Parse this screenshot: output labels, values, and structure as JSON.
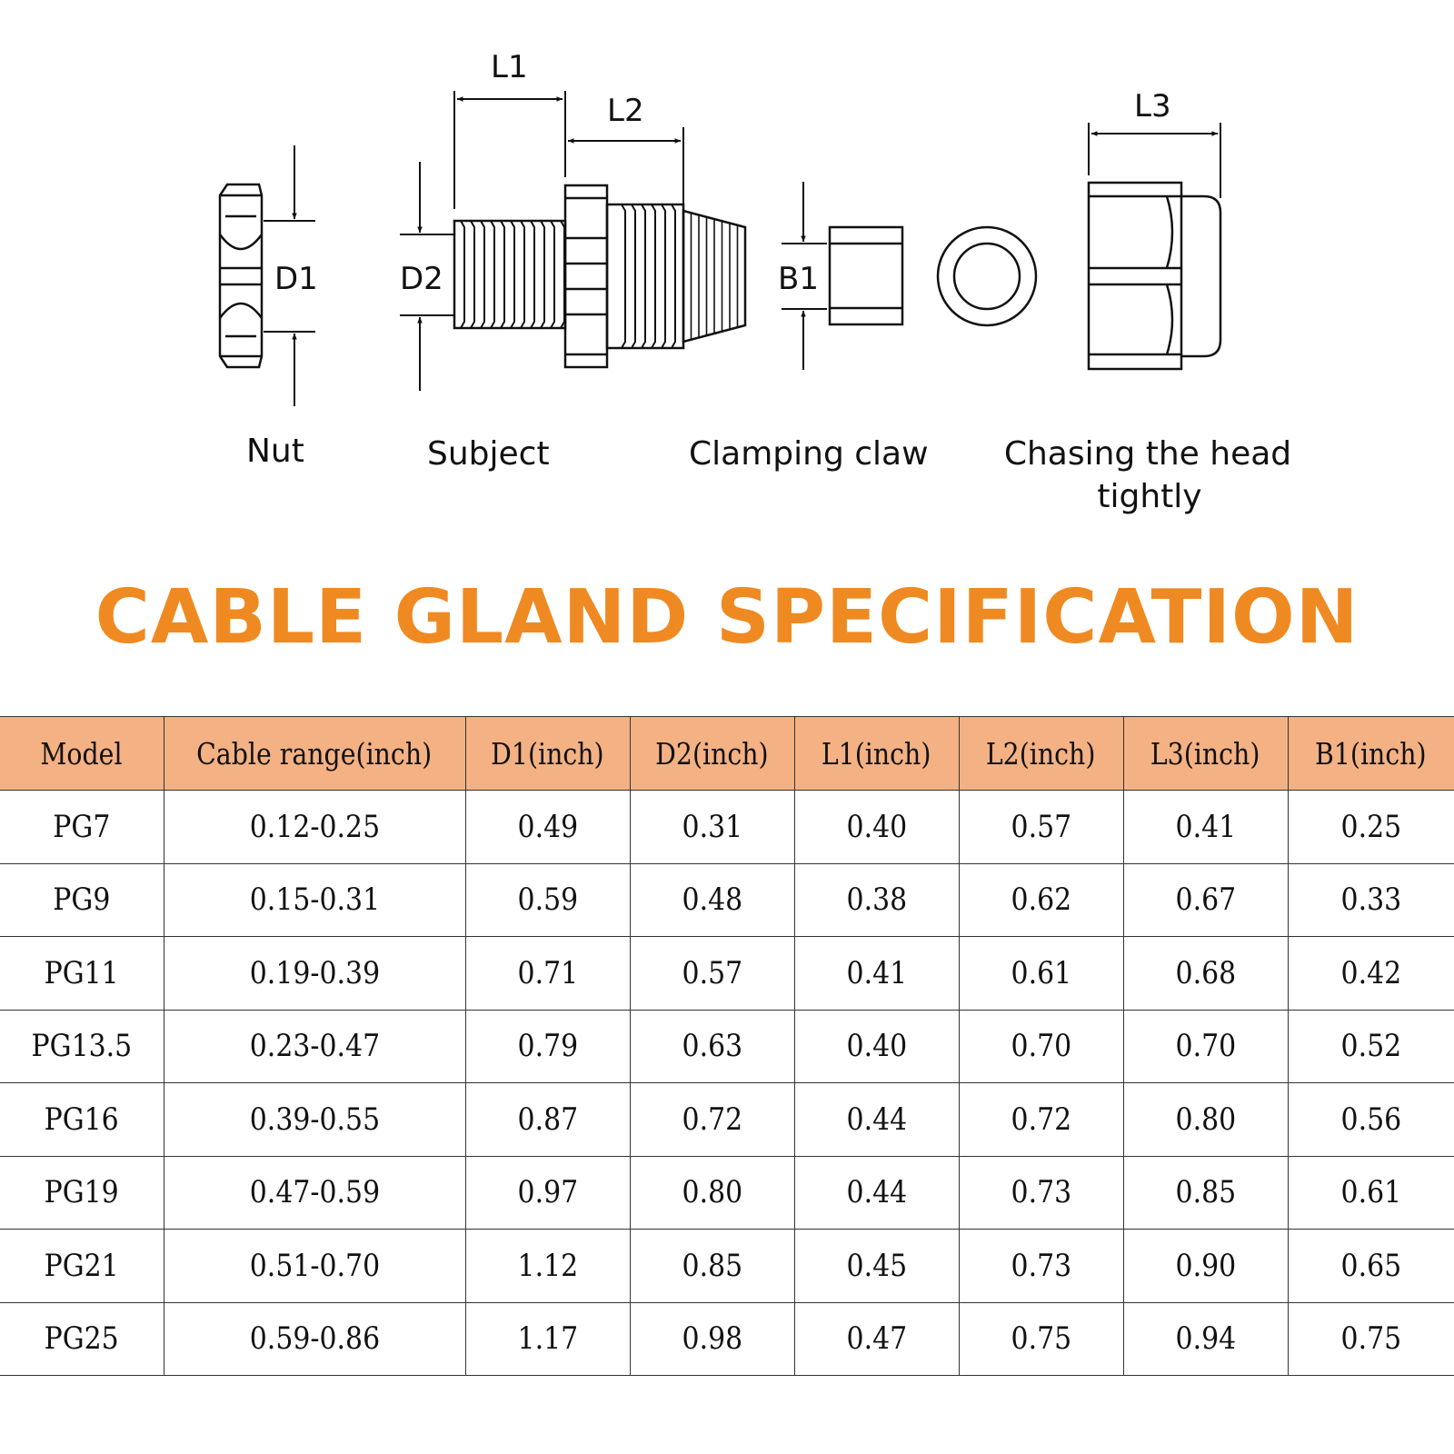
{
  "diagram": {
    "dimensions": {
      "d1": "D1",
      "d2": "D2",
      "b1": "B1",
      "l1": "L1",
      "l2": "L2",
      "l3": "L3"
    },
    "parts": {
      "nut": "Nut",
      "subject": "Subject",
      "clamping_claw": "Clamping claw",
      "head_line1": "Chasing the head",
      "head_line2": "tightly"
    }
  },
  "title": "CABLE GLAND SPECIFICATION",
  "colors": {
    "title": "#ef8a22",
    "header_bg": "#f4b183"
  },
  "table": {
    "headers": [
      "Model",
      "Cable range(inch)",
      "D1(inch)",
      "D2(inch)",
      "L1(inch)",
      "L2(inch)",
      "L3(inch)",
      "B1(inch)"
    ],
    "rows": [
      [
        "PG7",
        "0.12-0.25",
        "0.49",
        "0.31",
        "0.40",
        "0.57",
        "0.41",
        "0.25"
      ],
      [
        "PG9",
        "0.15-0.31",
        "0.59",
        "0.48",
        "0.38",
        "0.62",
        "0.67",
        "0.33"
      ],
      [
        "PG11",
        "0.19-0.39",
        "0.71",
        "0.57",
        "0.41",
        "0.61",
        "0.68",
        "0.42"
      ],
      [
        "PG13.5",
        "0.23-0.47",
        "0.79",
        "0.63",
        "0.40",
        "0.70",
        "0.70",
        "0.52"
      ],
      [
        "PG16",
        "0.39-0.55",
        "0.87",
        "0.72",
        "0.44",
        "0.72",
        "0.80",
        "0.56"
      ],
      [
        "PG19",
        "0.47-0.59",
        "0.97",
        "0.80",
        "0.44",
        "0.73",
        "0.85",
        "0.61"
      ],
      [
        "PG21",
        "0.51-0.70",
        "1.12",
        "0.85",
        "0.45",
        "0.73",
        "0.90",
        "0.65"
      ],
      [
        "PG25",
        "0.59-0.86",
        "1.17",
        "0.98",
        "0.47",
        "0.75",
        "0.94",
        "0.75"
      ]
    ]
  }
}
